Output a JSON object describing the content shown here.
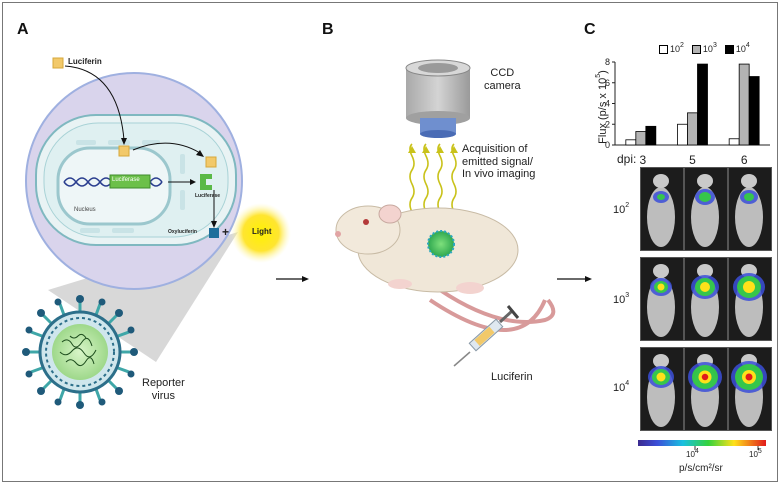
{
  "panels": {
    "a": "A",
    "b": "B",
    "c": "C"
  },
  "panel_a": {
    "luciferin": "Luciferin",
    "luciferase_gene": "Luciferase",
    "nucleus": "Nucleus",
    "luciferase_protein": "Luciferase",
    "oxyluciferin": "Oxyluciferin",
    "plus": "+",
    "light": "Light",
    "reporter_virus": "Reporter\nvirus"
  },
  "panel_b": {
    "ccd_camera": "CCD\ncamera",
    "acquisition": "Acquisition of\nemitted signal/\nIn vivo imaging",
    "luciferin": "Luciferin"
  },
  "panel_c": {
    "legend": [
      {
        "base": "10",
        "exp": "2",
        "color": "#ffffff"
      },
      {
        "base": "10",
        "exp": "3",
        "color": "#b3b3b3"
      },
      {
        "base": "10",
        "exp": "4",
        "color": "#000000"
      }
    ],
    "ylabel_main": "Flux  (p/s x 10",
    "ylabel_exp": "5",
    "ylabel_end": ")",
    "dpi_prefix": "dpi:",
    "row_labels": [
      {
        "base": "10",
        "exp": "2"
      },
      {
        "base": "10",
        "exp": "3"
      },
      {
        "base": "10",
        "exp": "4"
      }
    ],
    "colorbar_ticks": [
      {
        "base": "10",
        "exp": "4"
      },
      {
        "base": "10",
        "exp": "5"
      }
    ],
    "colorbar_unit": "p/s/cm²/sr"
  },
  "chart_data": {
    "type": "bar",
    "categories": [
      "3",
      "5",
      "6"
    ],
    "series": [
      {
        "name": "10^2",
        "values": [
          0.5,
          2.0,
          0.6
        ]
      },
      {
        "name": "10^3",
        "values": [
          1.3,
          3.1,
          7.8
        ]
      },
      {
        "name": "10^4",
        "values": [
          1.8,
          7.8,
          6.6
        ]
      }
    ],
    "xlabel": "dpi",
    "ylabel": "Flux (p/s x 10^5)",
    "ylim": [
      0,
      8
    ],
    "yticks": [
      0,
      2,
      4,
      6,
      8
    ],
    "legend": "top"
  }
}
